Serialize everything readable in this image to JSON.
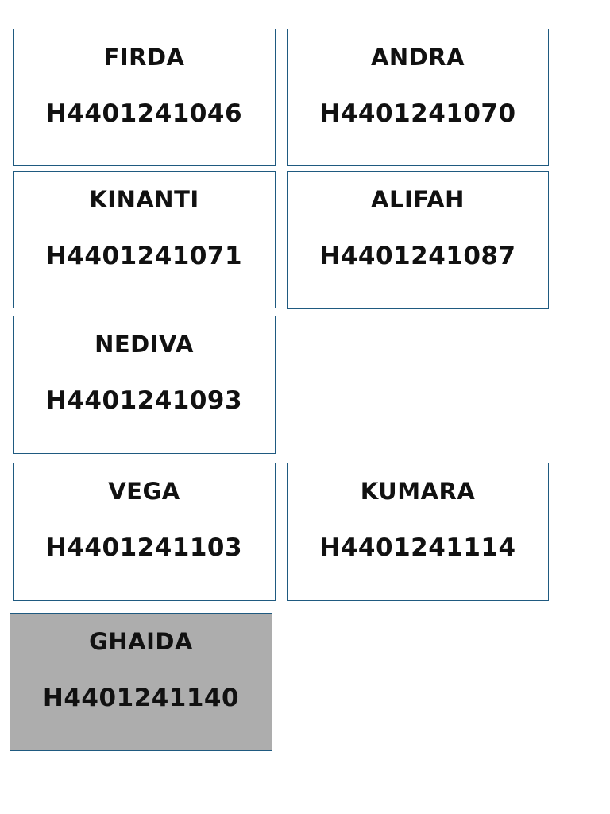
{
  "colors": {
    "card_border": "#1f5a80",
    "card_background": "#ffffff",
    "selected_background": "#adadad",
    "text": "#111111"
  },
  "cards": [
    {
      "name": "FIRDA",
      "code": "H4401241046",
      "selected": false
    },
    {
      "name": "ANDRA",
      "code": "H4401241070",
      "selected": false
    },
    {
      "name": "KINANTI",
      "code": "H4401241071",
      "selected": false
    },
    {
      "name": "ALIFAH",
      "code": "H4401241087",
      "selected": false
    },
    {
      "name": "NEDIVA",
      "code": "H4401241093",
      "selected": false
    },
    {
      "name": "VEGA",
      "code": "H4401241103",
      "selected": false
    },
    {
      "name": "KUMARA",
      "code": "H4401241114",
      "selected": false
    },
    {
      "name": "GHAIDA",
      "code": "H4401241140",
      "selected": true
    }
  ]
}
